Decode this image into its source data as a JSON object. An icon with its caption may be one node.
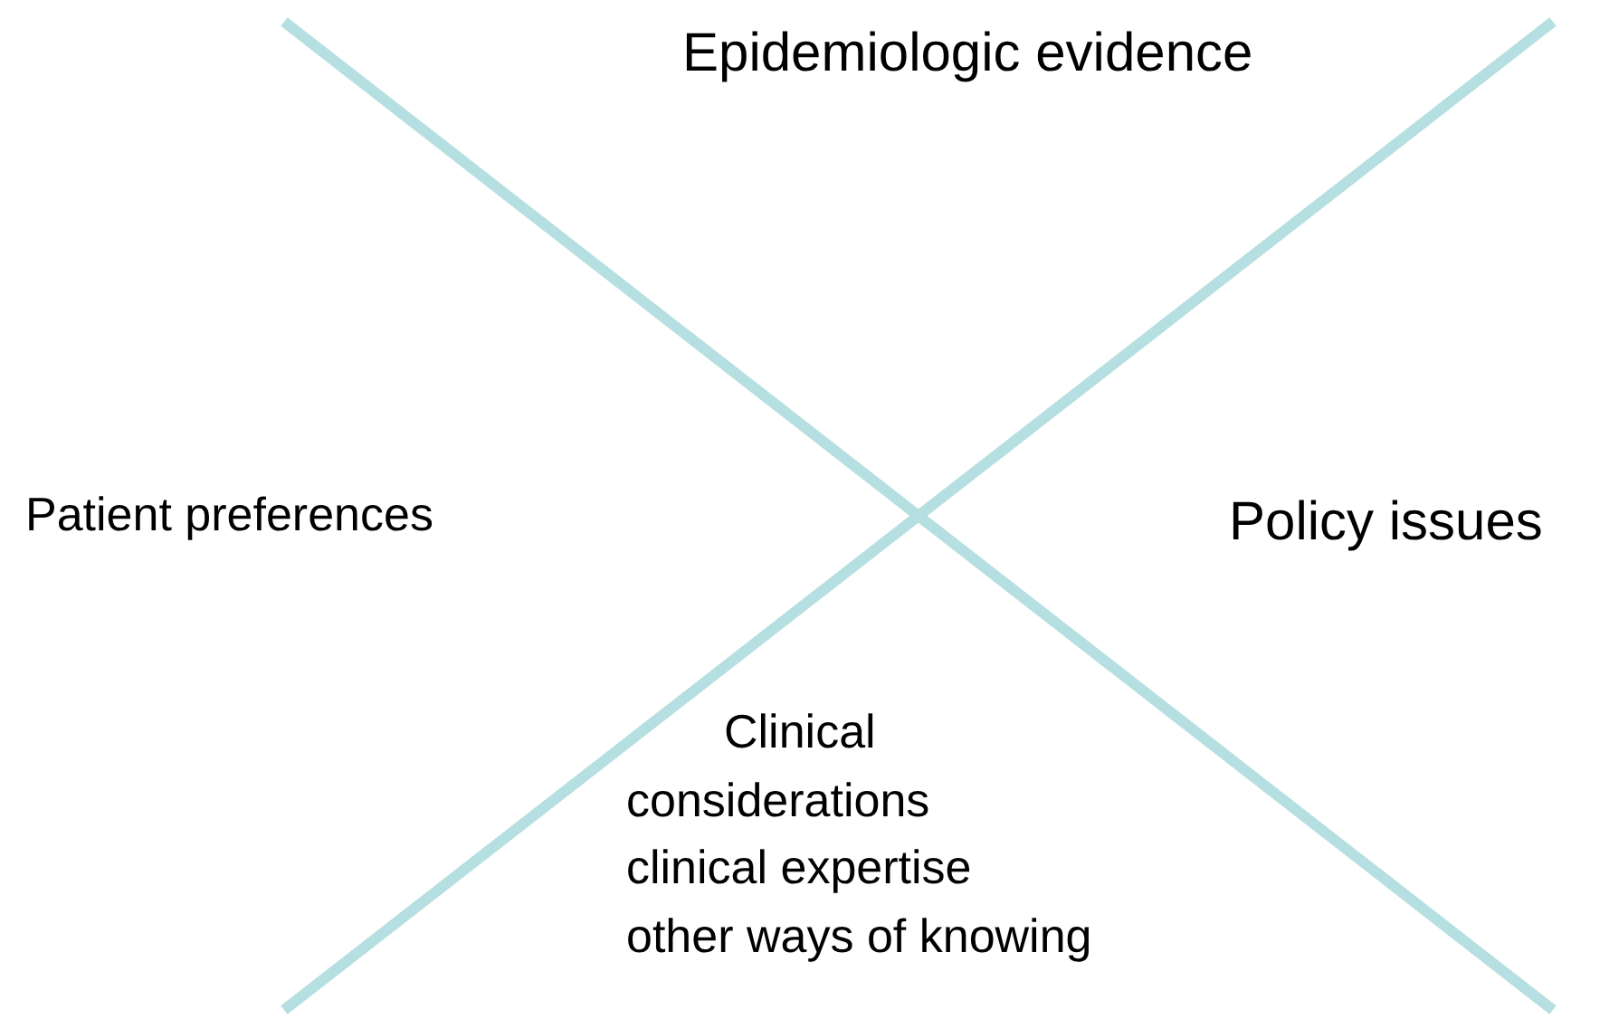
{
  "diagram": {
    "labels": [
      "Epidemiologic evidence",
      "Patient preferences",
      "Policy issues",
      "Clinical considerations",
      "clinical expertise",
      "other ways of knowing"
    ]
  }
}
